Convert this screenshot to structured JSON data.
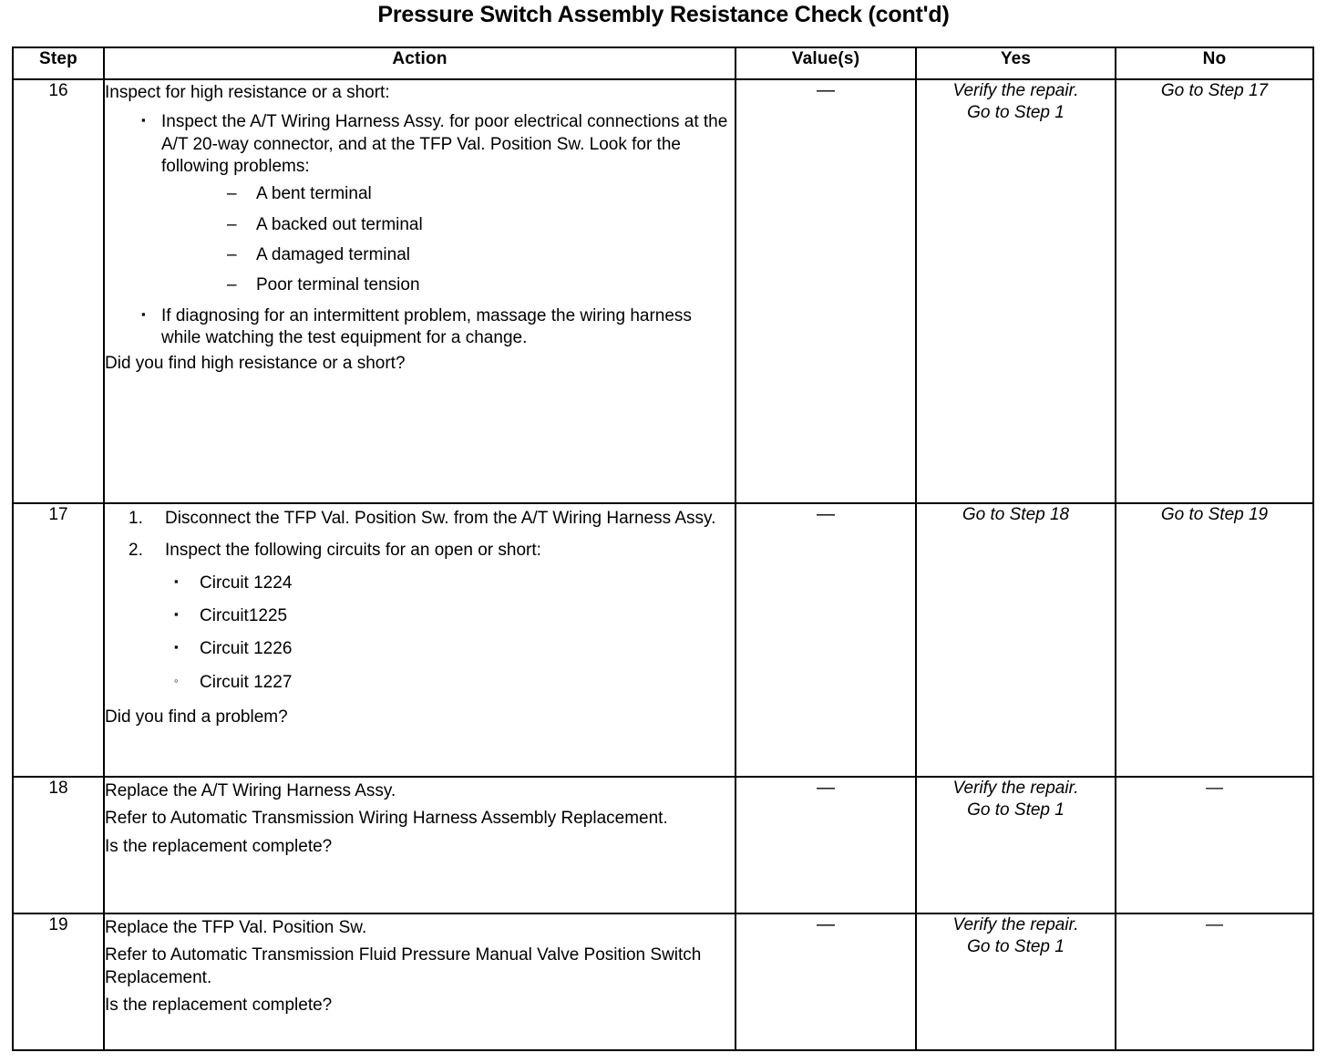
{
  "document": {
    "title": "Pressure Switch Assembly Resistance Check (cont'd)"
  },
  "table": {
    "columns": [
      {
        "key": "step",
        "label": "Step"
      },
      {
        "key": "action",
        "label": "Action"
      },
      {
        "key": "value",
        "label": "Value(s)"
      },
      {
        "key": "yes",
        "label": "Yes"
      },
      {
        "key": "no",
        "label": "No"
      }
    ],
    "rows": [
      {
        "step": "16",
        "value": "—",
        "yes_line1": "Verify the repair.",
        "yes_line2": "Go to Step 1",
        "no_line1": "Go to Step 17",
        "action": {
          "lead": "Inspect for high resistance or a short:",
          "bullets": [
            {
              "marker": "▪",
              "text": "Inspect the A/T Wiring Harness Assy. for poor electrical connections at the A/T 20-way connector, and at the TFP Val. Position Sw. Look for the following problems:",
              "sub": [
                {
                  "marker": "–",
                  "text": "A bent terminal"
                },
                {
                  "marker": "–",
                  "text": "A backed out terminal"
                },
                {
                  "marker": "–",
                  "text": "A damaged terminal"
                },
                {
                  "marker": "–",
                  "text": "Poor terminal tension"
                }
              ]
            },
            {
              "marker": "▪",
              "text": "If diagnosing for an intermittent problem, massage the wiring harness while watching the test equipment for a change.",
              "sub": []
            }
          ],
          "question": "Did you find high resistance or a short?"
        }
      },
      {
        "step": "17",
        "value": "—",
        "yes_line1": "",
        "yes_line2": "Go to Step 18",
        "no_line1": "Go to Step 19",
        "action": {
          "numbered": [
            {
              "marker": "1.",
              "text": "Disconnect the TFP Val. Position Sw. from the A/T Wiring Harness Assy."
            },
            {
              "marker": "2.",
              "text": "Inspect the following circuits for an open or short:"
            }
          ],
          "circuits": [
            {
              "marker": "▪",
              "text": "Circuit 1224"
            },
            {
              "marker": "▪",
              "text": "Circuit1225"
            },
            {
              "marker": "▪",
              "text": "Circuit 1226"
            },
            {
              "marker": "◦",
              "text": "Circuit 1227"
            }
          ],
          "question": "Did you find a problem?"
        }
      },
      {
        "step": "18",
        "value": "—",
        "yes_line1": "Verify the repair.",
        "yes_line2": "Go to Step 1",
        "no_line1": "—",
        "action": {
          "line1": "Replace the A/T Wiring Harness Assy.",
          "line2": "Refer to Automatic Transmission Wiring Harness Assembly Replacement.",
          "question": "Is the replacement complete?"
        }
      },
      {
        "step": "19",
        "value": "—",
        "yes_line1": "Verify the repair.",
        "yes_line2": "Go to Step 1",
        "no_line1": "—",
        "action": {
          "line1": "Replace the TFP Val. Position Sw.",
          "line2": "Refer to Automatic Transmission Fluid Pressure Manual Valve Position Switch Replacement.",
          "question": "Is the replacement complete?"
        }
      }
    ]
  }
}
